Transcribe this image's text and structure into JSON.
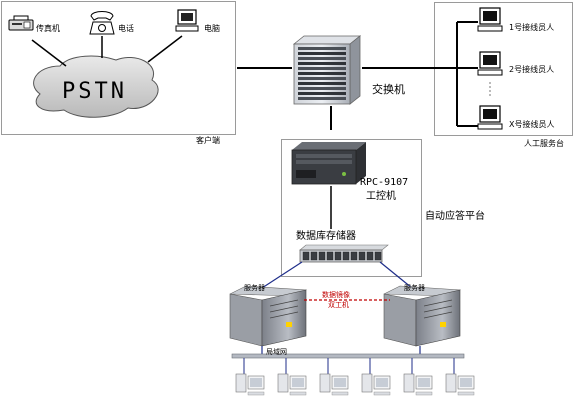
{
  "customer_area": {
    "fax_label": "传真机",
    "phone_label": "电话",
    "computer_label": "电脑",
    "network_label": "PSTN",
    "caption": "客户端"
  },
  "switch": {
    "label": "交换机"
  },
  "agent_area": {
    "agents": [
      "1号接线员人",
      "2号接线员人",
      "X号接线员人"
    ],
    "caption": "人工服务台"
  },
  "ipc": {
    "model": "RPC-9107",
    "label": "工控机"
  },
  "storage": {
    "label": "数据库存储器"
  },
  "platform": {
    "caption": "自动应答平台"
  },
  "servers": {
    "left_label": "服务器",
    "right_label": "服务器",
    "link_label_line1": "数据镜像",
    "link_label_line2": "双工机"
  },
  "lan": {
    "label": "局域网"
  }
}
